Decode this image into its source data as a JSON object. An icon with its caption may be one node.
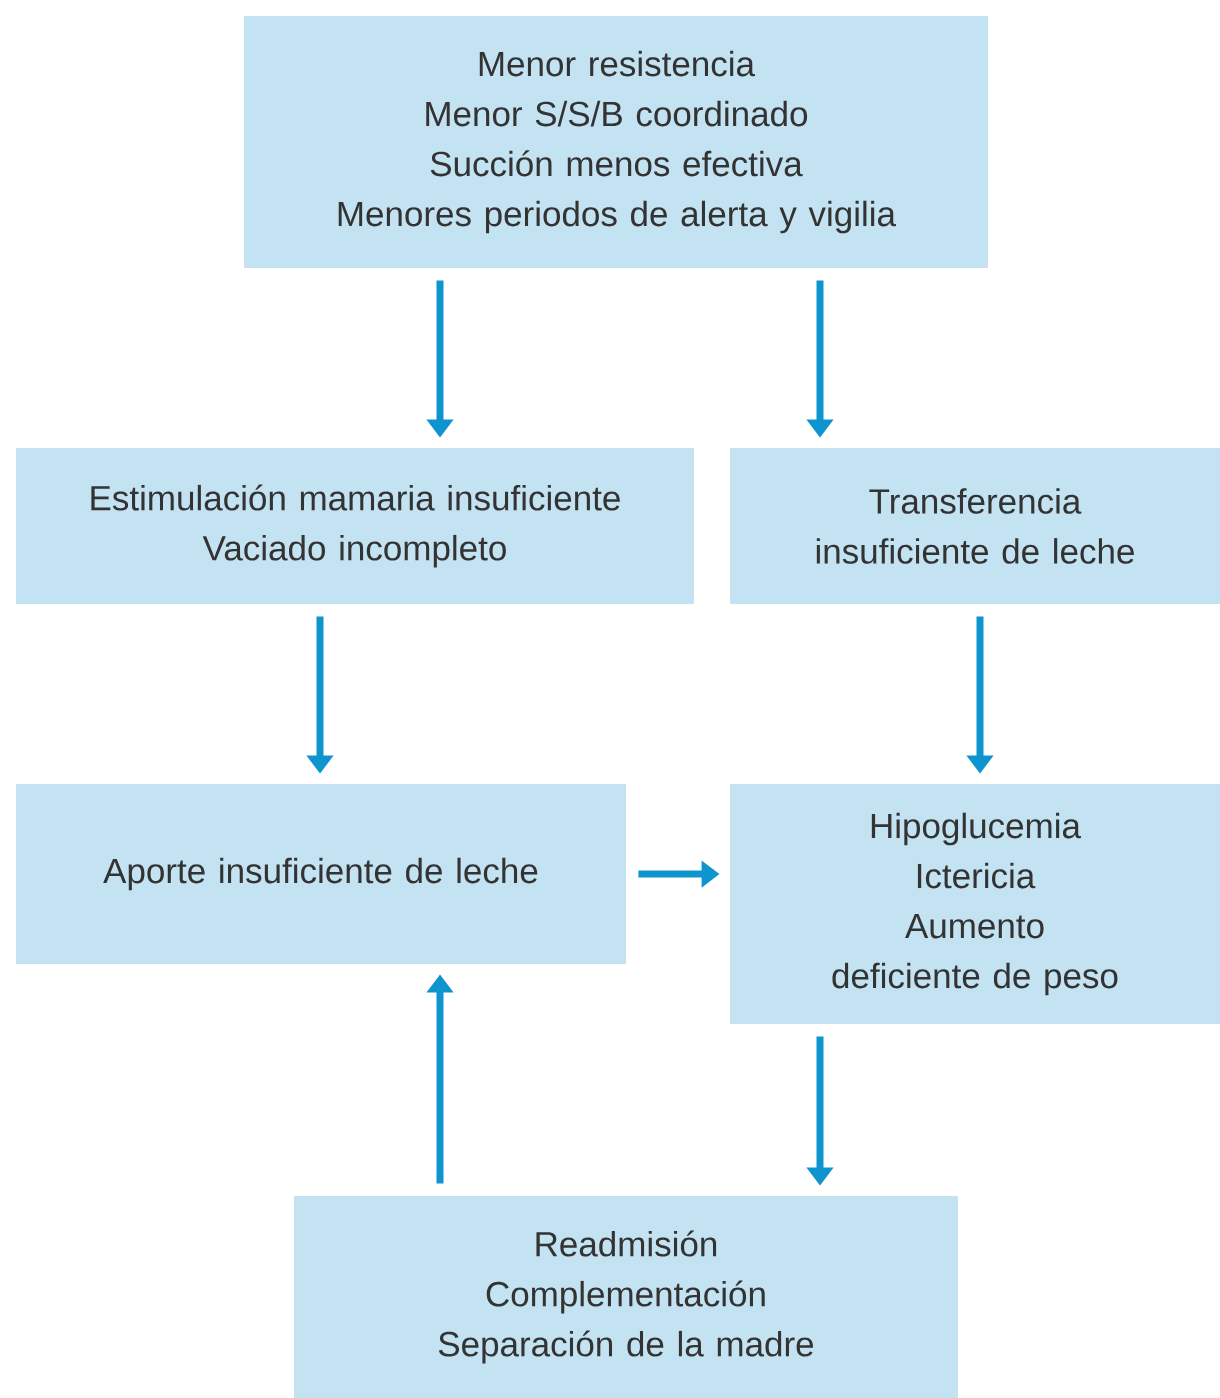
{
  "diagram": {
    "nodes": [
      {
        "text": [
          "Menor resistencia",
          "Menor S/S/B coordinado",
          "Succión menos efectiva",
          "Menores periodos de alerta y vigilia"
        ]
      },
      {
        "text": [
          "Estimulación mamaria insuficiente",
          "Vaciado incompleto"
        ]
      },
      {
        "text": [
          "Transferencia insuficiente de leche"
        ]
      },
      {
        "text": [
          "Aporte insuficiente de leche"
        ]
      },
      {
        "text": [
          "Hipoglucemia",
          "Ictericia",
          "Aumento deficiente de peso"
        ]
      },
      {
        "text": [
          "Readmisión",
          "Complementación",
          "Separación de la madre"
        ]
      }
    ],
    "edges": [
      {
        "from": 0,
        "to": 1,
        "arrow": "to"
      },
      {
        "from": 0,
        "to": 2,
        "arrow": "to"
      },
      {
        "from": 1,
        "to": 3,
        "arrow": "to"
      },
      {
        "from": 2,
        "to": 4,
        "arrow": "to"
      },
      {
        "from": 3,
        "to": 4,
        "arrow": "to"
      },
      {
        "from": 4,
        "to": 5,
        "arrow": "to"
      },
      {
        "from": 5,
        "to": 3,
        "arrow": "to"
      }
    ]
  }
}
